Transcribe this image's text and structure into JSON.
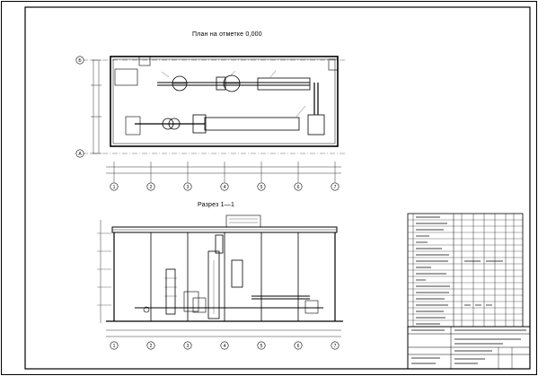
{
  "plan": {
    "title": "План на отметке 0,000",
    "row_axes": [
      "Б",
      "А"
    ]
  },
  "section": {
    "title": "Разрез 1—1"
  },
  "axes": [
    "1",
    "2",
    "3",
    "4",
    "5",
    "6",
    "7"
  ]
}
